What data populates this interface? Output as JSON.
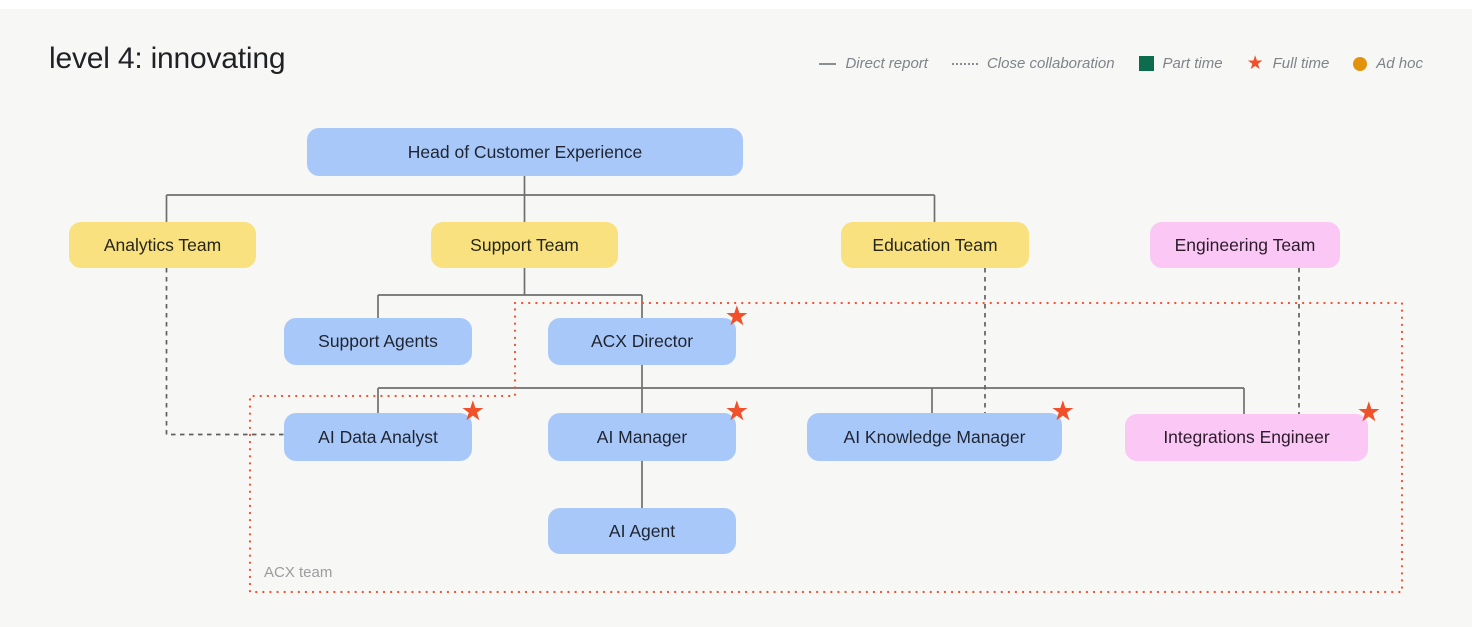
{
  "title": "level 4: innovating",
  "legend": {
    "items": [
      {
        "id": "direct-report",
        "label": "Direct report",
        "symbol": "solid-line",
        "color": "#8a8d92"
      },
      {
        "id": "close-collaboration",
        "label": "Close collaboration",
        "symbol": "dotted-line",
        "color": "#8a8d92"
      },
      {
        "id": "part-time",
        "label": "Part time",
        "symbol": "green-square",
        "color": "#0d6b4e"
      },
      {
        "id": "full-time",
        "label": "Full time",
        "symbol": "orange-star",
        "color": "#f1512a"
      },
      {
        "id": "ad-hoc",
        "label": "Ad hoc",
        "symbol": "orange-circle",
        "color": "#e3920b"
      }
    ]
  },
  "nodes": [
    {
      "id": "head",
      "label": "Head of Customer Experience",
      "color": "blue",
      "full_time": false
    },
    {
      "id": "analytics-team",
      "label": "Analytics Team",
      "color": "yellow",
      "full_time": false
    },
    {
      "id": "support-team",
      "label": "Support Team",
      "color": "yellow",
      "full_time": false
    },
    {
      "id": "education-team",
      "label": "Education Team",
      "color": "yellow",
      "full_time": false
    },
    {
      "id": "engineering-team",
      "label": "Engineering Team",
      "color": "pink",
      "full_time": false
    },
    {
      "id": "support-agents",
      "label": "Support Agents",
      "color": "blue",
      "full_time": false
    },
    {
      "id": "acx-director",
      "label": "ACX Director",
      "color": "blue",
      "full_time": true
    },
    {
      "id": "ai-data-analyst",
      "label": "AI Data Analyst",
      "color": "blue",
      "full_time": true
    },
    {
      "id": "ai-manager",
      "label": "AI Manager",
      "color": "blue",
      "full_time": true
    },
    {
      "id": "ai-knowledge-manager",
      "label": "AI Knowledge Manager",
      "color": "blue",
      "full_time": true
    },
    {
      "id": "integrations-engineer",
      "label": "Integrations Engineer",
      "color": "pink",
      "full_time": true
    },
    {
      "id": "ai-agent",
      "label": "AI Agent",
      "color": "blue",
      "full_time": false
    }
  ],
  "edges": {
    "direct_report": [
      "Head of Customer Experience -> Analytics Team",
      "Head of Customer Experience -> Support Team",
      "Head of Customer Experience -> Education Team",
      "Support Team -> Support Agents",
      "Support Team -> ACX Director",
      "ACX Director -> AI Data Analyst",
      "ACX Director -> AI Manager",
      "ACX Director -> AI Knowledge Manager",
      "ACX Director -> Integrations Engineer",
      "AI Manager -> AI Agent"
    ],
    "close_collaboration": [
      "Analytics Team -> AI Data Analyst",
      "Education Team -> AI Knowledge Manager",
      "Engineering Team -> Integrations Engineer"
    ]
  },
  "group": {
    "label": "ACX team",
    "border_color": "#f0532b"
  },
  "colors": {
    "background": "#f7f7f5",
    "node_blue": "#a9c8fa",
    "node_yellow": "#f8e17e",
    "node_pink": "#fbc8f6",
    "full_time_star": "#f1512a",
    "direct_report_line": "#6f6f6f",
    "close_collaboration_line": "#5f5f5f",
    "acx_boundary": "#f0532b"
  }
}
